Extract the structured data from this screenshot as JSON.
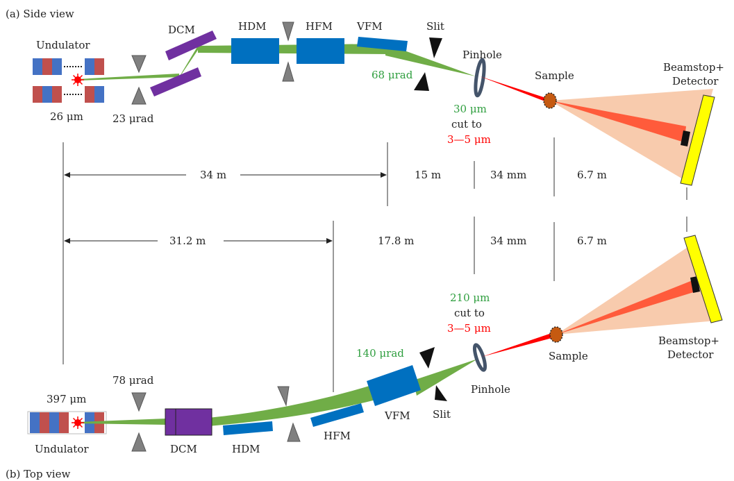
{
  "side_view": {
    "caption": "(a) Side view",
    "undulator": "Undulator",
    "undulator_size": "26 μm",
    "aperture_divergence": "23 μrad",
    "dcm": "DCM",
    "hdm": "HDM",
    "hfm": "HFM",
    "vfm": "VFM",
    "slit": "Slit",
    "pinhole": "Pinhole",
    "beam_divergence": "68 μrad",
    "pinhole_size": "30 μm",
    "cut_to": "cut to",
    "cut_size": "3—5 μm",
    "sample": "Sample",
    "detector_line1": "Beamstop+",
    "detector_line2": "Detector",
    "dist_source_to_vfm": "34 m",
    "dist_vfm_to_pinhole": "15 m",
    "dist_pinhole_to_sample": "34 mm",
    "dist_sample_to_detector": "6.7 m"
  },
  "top_view": {
    "caption": "(b) Top view",
    "undulator": "Undulator",
    "undulator_size": "397 μm",
    "aperture_divergence": "78 μrad",
    "dcm": "DCM",
    "hdm": "HDM",
    "hfm": "HFM",
    "vfm": "VFM",
    "slit": "Slit",
    "pinhole": "Pinhole",
    "beam_divergence": "140 μrad",
    "pinhole_size": "210 μm",
    "cut_to": "cut to",
    "cut_size": "3—5 μm",
    "sample": "Sample",
    "detector_line1": "Beamstop+",
    "detector_line2": "Detector",
    "dist_source_to_hfm": "31.2 m",
    "dist_hfm_to_pinhole": "17.8 m",
    "dist_pinhole_to_sample": "34 mm",
    "dist_sample_to_detector": "6.7 m"
  },
  "colors": {
    "beam_green": "#70ad47",
    "beam_red": "#ff3300",
    "mirror_blue": "#0070c0",
    "dcm_purple": "#7030a0",
    "slit_gray": "#808080",
    "detector_yellow": "#ffff00",
    "scatter_fan": "#f8cbad",
    "sample_orange": "#c55a11",
    "label_green": "#2e9e3e",
    "label_red": "#ff0000",
    "magnet_blue": "#4472c4",
    "magnet_red": "#c0504d"
  }
}
